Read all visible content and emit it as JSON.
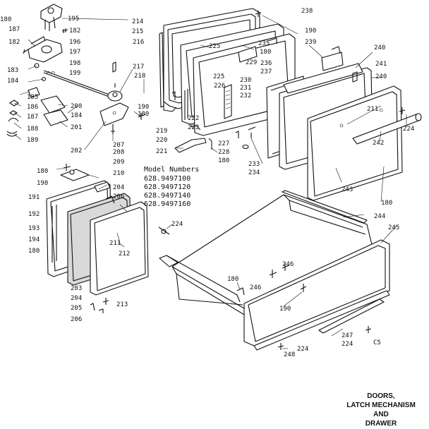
{
  "model_block": {
    "heading": "Model Numbers",
    "numbers": [
      "628.9497100",
      "628.9497120",
      "628.9497140",
      "628.9497160"
    ]
  },
  "caption": [
    "DOORS,",
    "LATCH MECHANISM",
    "AND",
    "DRAWER"
  ],
  "page_code": "C5",
  "labels": {
    "l180a": "180",
    "l187": "187",
    "l182a": "182",
    "l183": "183",
    "l184a": "184",
    "l195": "195",
    "l182b": "182",
    "l196": "196",
    "l197": "197",
    "l198": "198",
    "l199": "199",
    "l185": "185",
    "l186": "186",
    "l187b": "187",
    "l188": "188",
    "l189": "189",
    "l200": "200",
    "l184b": "184",
    "l201": "201",
    "l202": "202",
    "l207": "207",
    "l216": "216",
    "l217": "217",
    "l218": "218",
    "l190a": "190",
    "l180b": "180",
    "l214": "214",
    "l215": "215",
    "l219": "219",
    "l220": "220",
    "l225a": "225",
    "l235": "235",
    "l180c": "180",
    "l229": "229",
    "l225b": "225",
    "l226": "226",
    "l222": "222",
    "l223": "223",
    "l230": "230",
    "l231": "231",
    "l232": "232",
    "l221": "221",
    "l227": "227",
    "l228": "228",
    "l180d": "180",
    "l233": "233",
    "l234": "234",
    "l238": "238",
    "l190b": "190",
    "l239": "239",
    "l236": "236",
    "l237": "237",
    "l240a": "240",
    "l241": "241",
    "l240b": "240",
    "l211a": "211",
    "l224a": "224",
    "l242": "242",
    "l243": "243",
    "l180e": "180",
    "l180f": "180",
    "l208": "208",
    "l190c": "190",
    "l209": "209",
    "l210": "210",
    "l204a": "204",
    "l206a": "206",
    "l191": "191",
    "l192": "192",
    "l193": "193",
    "l194": "194",
    "l180g": "180",
    "l211b": "211",
    "l212": "212",
    "l224b": "224",
    "l203": "203",
    "l204b": "204",
    "l205": "205",
    "l206b": "206",
    "l213": "213",
    "l244": "244",
    "l245": "245",
    "l246a": "246",
    "l246b": "246",
    "l180h": "180",
    "l190d": "190",
    "l247": "247",
    "l224c": "224",
    "l224d": "224",
    "l248": "248"
  }
}
